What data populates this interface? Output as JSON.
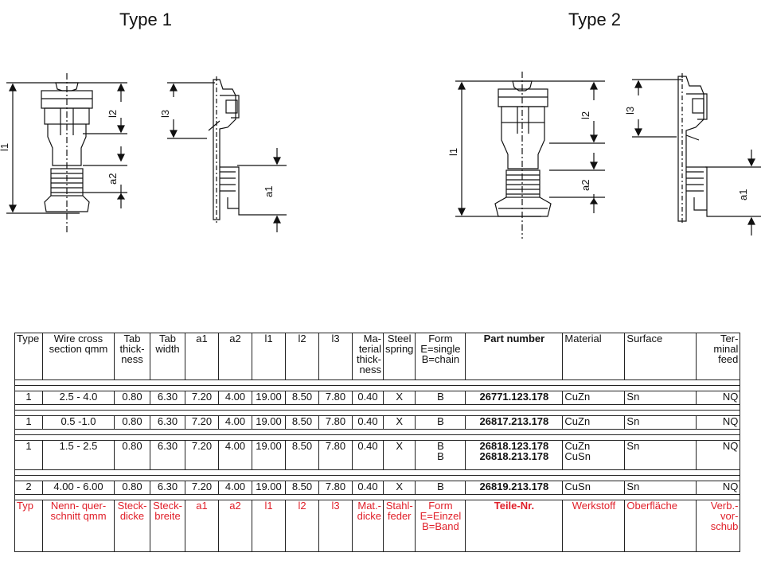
{
  "titles": {
    "type1": "Type 1",
    "type2": "Type 2"
  },
  "dims": {
    "l1": "l1",
    "l2": "l2",
    "l3": "l3",
    "a1": "a1",
    "a2": "a2"
  },
  "header": {
    "type": "Type",
    "wire": "Wire cross section qmm",
    "tab_thick": "Tab thick- ness",
    "tab_width": "Tab width",
    "a1": "a1",
    "a2": "a2",
    "l1": "l1",
    "l2": "l2",
    "l3": "l3",
    "material_thickness": "Ma- terial thick- ness",
    "steel_spring": "Steel spring",
    "form": "Form E=single B=chain",
    "part_number": "Part number",
    "material": "Material",
    "surface": "Surface",
    "terminal_feed": "Ter- minal feed"
  },
  "rows": [
    {
      "type": "1",
      "wire": "2.5 - 4.0",
      "tab_thick": "0.80",
      "tab_width": "6.30",
      "a1": "7.20",
      "a2": "4.00",
      "l1": "19.00",
      "l2": "8.50",
      "l3": "7.80",
      "mat": "0.40",
      "spring": "X",
      "forms": [
        "B"
      ],
      "parts": [
        "26771.123.178"
      ],
      "materials": [
        "CuZn"
      ],
      "surface": "Sn",
      "feed": "NQ"
    },
    {
      "type": "1",
      "wire": "0.5 -1.0",
      "tab_thick": "0.80",
      "tab_width": "6.30",
      "a1": "7.20",
      "a2": "4.00",
      "l1": "19.00",
      "l2": "8.50",
      "l3": "7.80",
      "mat": "0.40",
      "spring": "X",
      "forms": [
        "B"
      ],
      "parts": [
        "26817.213.178"
      ],
      "materials": [
        "CuZn"
      ],
      "surface": "Sn",
      "feed": "NQ"
    },
    {
      "type": "1",
      "wire": "1.5 - 2.5",
      "tab_thick": "0.80",
      "tab_width": "6.30",
      "a1": "7.20",
      "a2": "4.00",
      "l1": "19.00",
      "l2": "8.50",
      "l3": "7.80",
      "mat": "0.40",
      "spring": "X",
      "forms": [
        "B",
        "B"
      ],
      "parts": [
        "26818.123.178",
        "26818.213.178"
      ],
      "materials": [
        "CuZn",
        "CuSn"
      ],
      "surface": "Sn",
      "feed": "NQ"
    },
    {
      "type": "2",
      "wire": "4.00 - 6.00",
      "tab_thick": "0.80",
      "tab_width": "6.30",
      "a1": "7.20",
      "a2": "4.00",
      "l1": "19.00",
      "l2": "8.50",
      "l3": "7.80",
      "mat": "0.40",
      "spring": "X",
      "forms": [
        "B"
      ],
      "parts": [
        "26819.213.178"
      ],
      "materials": [
        "CuSn"
      ],
      "surface": "Sn",
      "feed": "NQ"
    }
  ],
  "german": {
    "type": "Typ",
    "wire": "Nenn- quer- schnitt qmm",
    "tab_thick": "Steck- dicke",
    "tab_width": "Steck- breite",
    "a1": "a1",
    "a2": "a2",
    "l1": "l1",
    "l2": "l2",
    "l3": "l3",
    "material_thickness": "Mat.- dicke",
    "steel_spring": "Stahl- feder",
    "form": "Form E=Einzel B=Band",
    "part_number": "Teile-Nr.",
    "material": "Werkstoff",
    "surface": "Oberfläche",
    "terminal_feed": "Verb.- vor- schub"
  },
  "colors": {
    "german_text": "#e0202a",
    "line": "#111111"
  }
}
